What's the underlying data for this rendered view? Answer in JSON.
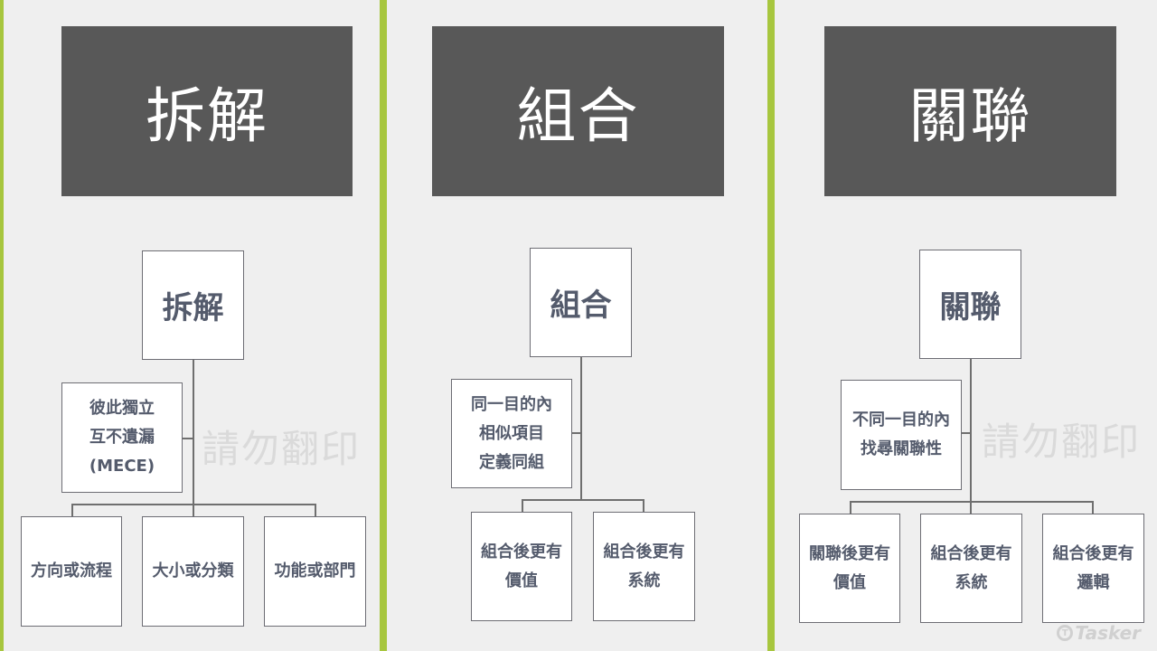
{
  "panels": [
    {
      "title": "拆解",
      "root": "拆解",
      "mid": [
        "彼此獨立",
        "互不遺漏",
        "(MECE)"
      ],
      "leaves": [
        [
          "方向或流程"
        ],
        [
          "大小或分類"
        ],
        [
          "功能或部門"
        ]
      ]
    },
    {
      "title": "組合",
      "root": "組合",
      "mid": [
        "同一目的內",
        "相似項目",
        "定義同組"
      ],
      "leaves": [
        [
          "組合後更有",
          "價值"
        ],
        [
          "組合後更有",
          "系統"
        ]
      ]
    },
    {
      "title": "關聯",
      "root": "關聯",
      "mid": [
        "不同一目的內",
        "找尋關聯性"
      ],
      "leaves": [
        [
          "關聯後更有",
          "價值"
        ],
        [
          "組合後更有",
          "系統"
        ],
        [
          "組合後更有",
          "邏輯"
        ]
      ]
    }
  ],
  "watermark": "請勿翻印",
  "logo": "Tasker",
  "colors": {
    "accent": "#a7c63e",
    "header_bg": "#585858",
    "box_text": "#545b6c"
  }
}
